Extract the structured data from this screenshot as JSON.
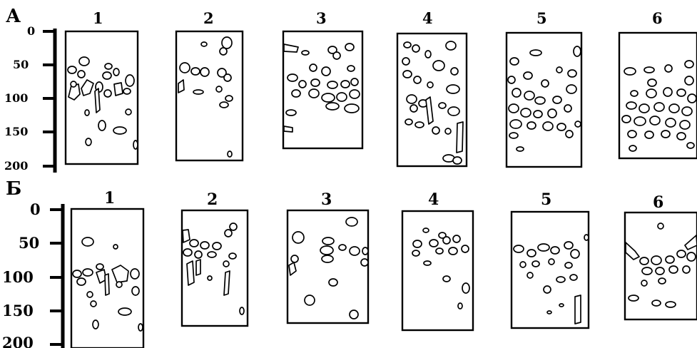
{
  "panels": {
    "a": {
      "label": "А",
      "columns": [
        "1",
        "2",
        "3",
        "4",
        "5",
        "6"
      ],
      "depth_ticks": [
        "0",
        "50",
        "100",
        "150",
        "200"
      ]
    },
    "b": {
      "label": "Б",
      "columns": [
        "1",
        "2",
        "3",
        "4",
        "5",
        "6"
      ],
      "depth_ticks": [
        "0",
        "50",
        "100",
        "150",
        "200"
      ]
    }
  },
  "colors": {
    "ink": "#000000",
    "paper": "#ffffff"
  }
}
